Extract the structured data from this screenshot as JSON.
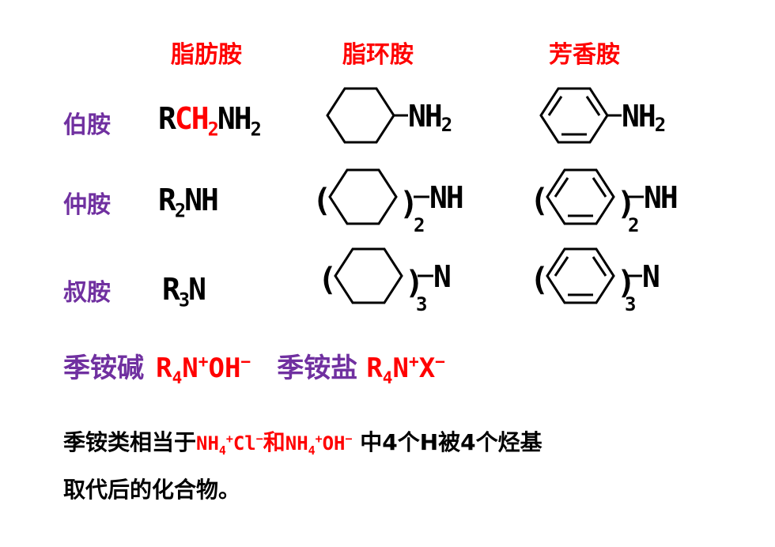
{
  "headers": {
    "aliphatic": "脂肪胺",
    "alicyclic": "脂环胺",
    "aromatic": "芳香胺"
  },
  "rows": {
    "primary": {
      "label": "伯胺",
      "formula_r": "R",
      "formula_ch": "CH",
      "formula_ch_sub": "2",
      "formula_nh": "NH",
      "formula_nh_sub": "2"
    },
    "secondary": {
      "label": "仲胺",
      "formula_r": "R",
      "formula_sub": "2",
      "formula_rest": "NH"
    },
    "tertiary": {
      "label": "叔胺",
      "formula_r": "R",
      "formula_sub": "3",
      "formula_rest": "N"
    }
  },
  "structures": {
    "primary_group": "NH",
    "primary_group_sub": "2",
    "secondary_group": "NH",
    "secondary_count": "2",
    "tertiary_group": "N",
    "tertiary_count": "3",
    "open_paren": "(",
    "close_paren": ")"
  },
  "quaternary": {
    "base_label": "季铵碱",
    "base_r": "R",
    "base_r_sub": "4",
    "base_n": "N",
    "base_n_sup": "+",
    "base_anion": "OH",
    "base_anion_sup": "−",
    "salt_label": "季铵盐",
    "salt_r": "R",
    "salt_r_sub": "4",
    "salt_n": "N",
    "salt_n_sup": "+",
    "salt_anion": "X",
    "salt_anion_sup": "−"
  },
  "paragraph": {
    "part1": "季铵类相当于",
    "chem1": "NH",
    "chem1_sub": "4",
    "chem1_sup": "+",
    "chem1_anion": "Cl",
    "chem1_anion_sup": "−",
    "conj": "和",
    "chem2": "NH",
    "chem2_sub": "4",
    "chem2_sup": "+",
    "chem2_anion": "OH",
    "chem2_anion_sup": "−",
    "part2": " 中4个H被4个烃基",
    "line2": "取代后的化合物。"
  },
  "colors": {
    "header": "#ff0000",
    "label": "#7030a0",
    "emphasis": "#ff0000",
    "text": "#000000"
  }
}
